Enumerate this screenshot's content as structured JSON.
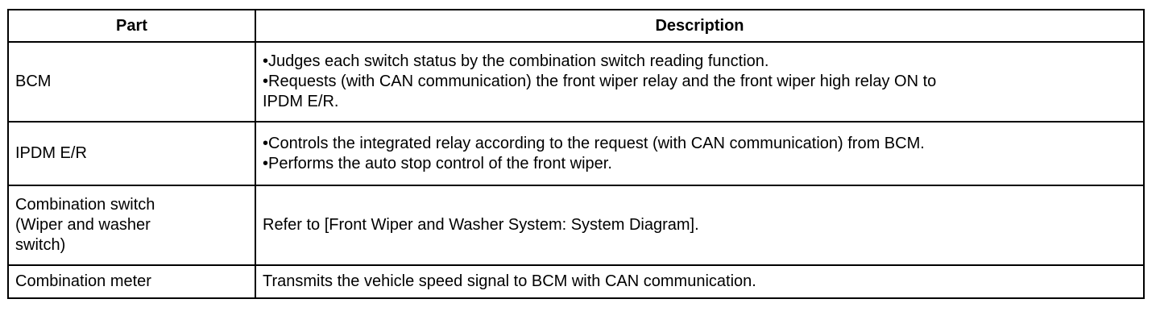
{
  "table": {
    "headers": {
      "part": "Part",
      "description": "Description"
    },
    "rows": [
      {
        "part": "BCM",
        "description": [
          "•Judges each switch status by the combination switch reading function.",
          "•Requests (with CAN communication) the front wiper relay and the front wiper high relay ON to",
          "IPDM E/R."
        ]
      },
      {
        "part": "IPDM E/R",
        "description": [
          "•Controls the integrated relay according to the request (with CAN communication) from BCM.",
          "•Performs the auto stop control of the front wiper."
        ]
      },
      {
        "part": [
          "Combination switch",
          "(Wiper and washer",
          "switch)"
        ],
        "description": [
          "Refer to [Front Wiper and Washer System: System Diagram]."
        ]
      },
      {
        "part": "Combination meter",
        "description": [
          "Transmits the vehicle speed signal to BCM with CAN communication."
        ]
      }
    ]
  }
}
